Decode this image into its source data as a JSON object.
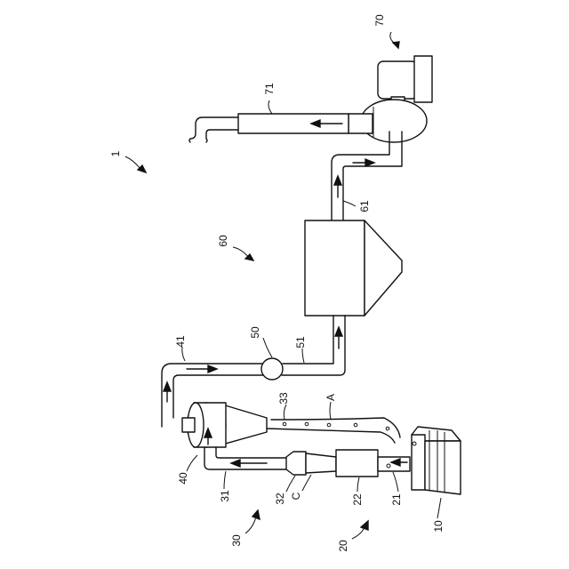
{
  "labels": {
    "system": "1",
    "burner": "10",
    "burner_unit": "20",
    "nozzle": "21",
    "nozzle_body": "22",
    "duct_section": "30",
    "duct": "31",
    "reducer": "32",
    "tapered_tube": "33",
    "cyclone": "40",
    "pipe_41": "41",
    "valve": "50",
    "pipe_51": "51",
    "collector": "60",
    "pipe_61": "61",
    "blower": "70",
    "exhaust": "71",
    "point_a": "A",
    "point_c": "C"
  }
}
